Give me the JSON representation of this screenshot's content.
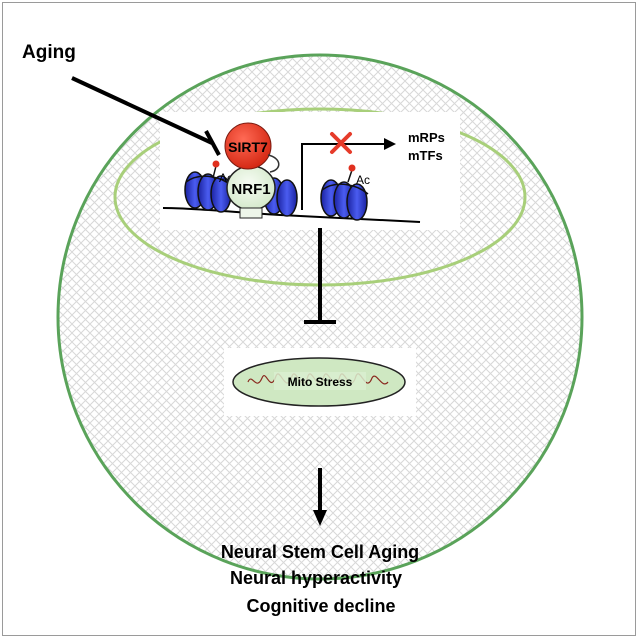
{
  "labels": {
    "aging": "Aging",
    "sirt7": "SIRT7",
    "nrf1": "NRF1",
    "ac_left": "Ac",
    "ac_right": "Ac",
    "mrps": "mRPs",
    "mtfs": "mTFs",
    "mito_stress": "Mito Stress"
  },
  "outcomes": [
    "Neural Stem Cell Aging",
    "Neural hyperactivity",
    "Cognitive decline"
  ],
  "colors": {
    "cell_border": "#5aa35a",
    "nucleus_border": "#a8cf7a",
    "sirt7": "#e0301e",
    "nrf1": "#e3f2dc",
    "nucleosome": "#2030c0",
    "block_x": "#e63b2a",
    "mito_fill": "#cfe8c2"
  }
}
